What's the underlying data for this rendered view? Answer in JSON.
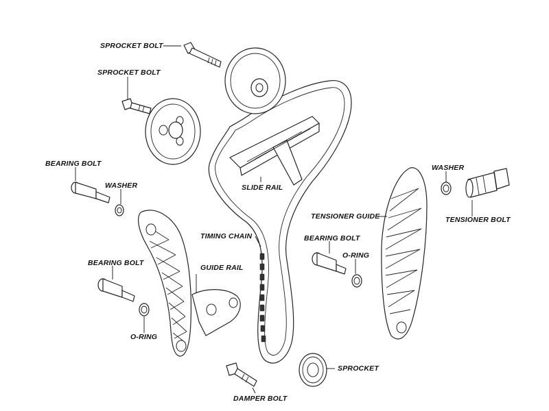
{
  "labels": {
    "sprocket_bolt_top": "SPROCKET BOLT",
    "sprocket_bolt_mid": "SPROCKET BOLT",
    "bearing_bolt_left": "BEARING BOLT",
    "washer_left": "WASHER",
    "slide_rail": "SLIDE RAIL",
    "washer_right": "WASHER",
    "tensioner_guide": "TENSIONER GUIDE",
    "tensioner_bolt": "TENSIONER BOLT",
    "timing_chain": "TIMING CHAIN",
    "bearing_bolt_right": "BEARING BOLT",
    "o_ring_right": "O-RING",
    "bearing_bolt_lower": "BEARING BOLT",
    "guide_rail": "GUIDE RAIL",
    "o_ring_left": "O-RING",
    "sprocket": "SPROCKET",
    "damper_bolt": "DAMPER BOLT"
  }
}
